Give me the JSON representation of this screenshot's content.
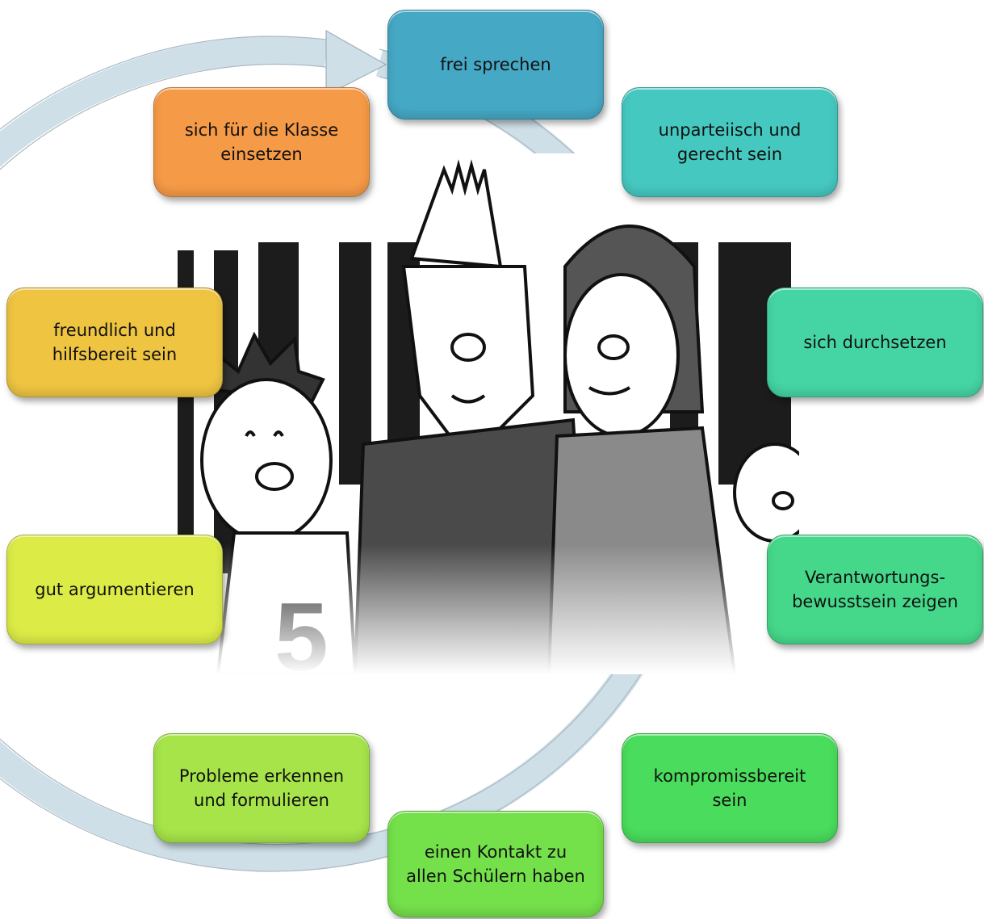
{
  "cycle_items": [
    {
      "label": "frei sprechen",
      "color": "#45a8c4"
    },
    {
      "label": "unparteiisch und\ngerecht sein",
      "color": "#45c8c0"
    },
    {
      "label": "sich durchsetzen",
      "color": "#45d4a4"
    },
    {
      "label": "Verantwortungs-\nbewusstsein zeigen",
      "color": "#45d88a"
    },
    {
      "label": "kompromissbereit\nsein",
      "color": "#4adc5c"
    },
    {
      "label": "einen Kontakt zu\nallen Schülern haben",
      "color": "#74e04a"
    },
    {
      "label": "Probleme erkennen\nund formulieren",
      "color": "#a6e44a"
    },
    {
      "label": "gut argumentieren",
      "color": "#dceb46"
    },
    {
      "label": "freundlich und\nhilfsbereit sein",
      "color": "#eec441"
    },
    {
      "label": "sich für die Klasse\neinsetzen",
      "color": "#f59a46"
    }
  ],
  "ring_color": "#cfdfe8",
  "illustration": {
    "shirt_number": "5"
  }
}
